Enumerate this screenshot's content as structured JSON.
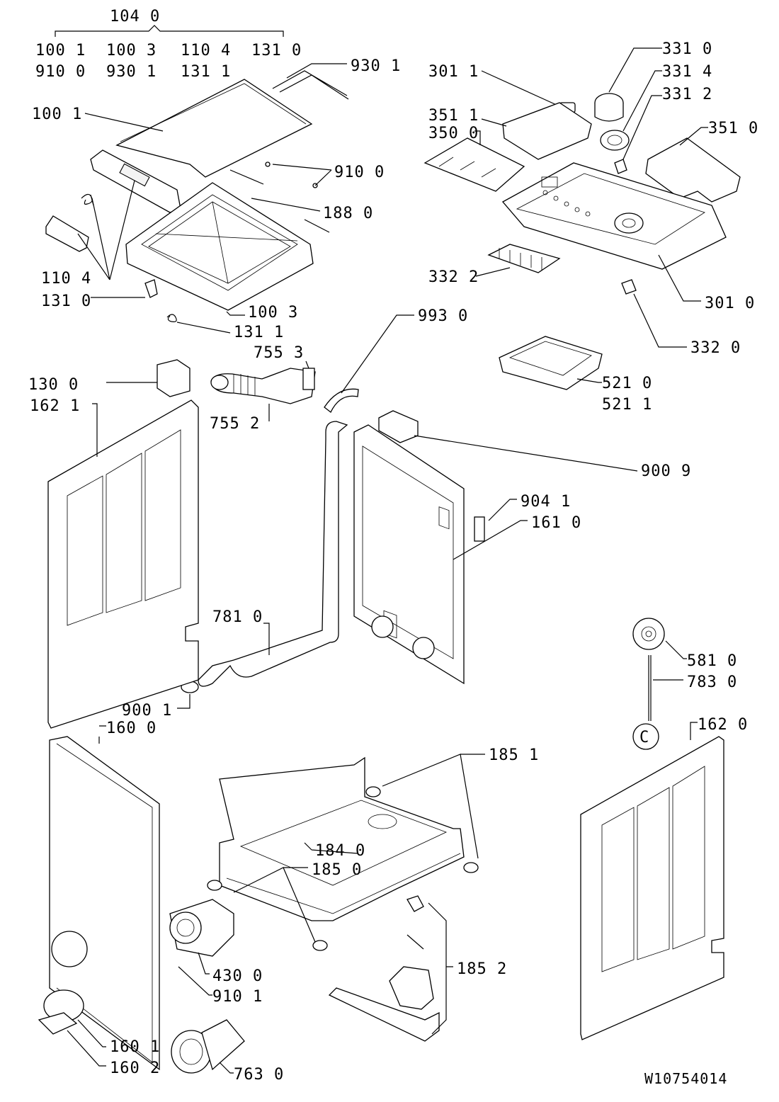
{
  "group_header": {
    "main_code": "104 0",
    "codes_row1": [
      "100 1",
      "100 3",
      "110 4",
      "131 0"
    ],
    "codes_row2": [
      "910 0",
      "930 1",
      "131 1"
    ]
  },
  "callouts": {
    "c930_1": "930 1",
    "c100_1": "100 1",
    "c910_0": "910 0",
    "c188_0": "188 0",
    "c110_4": "110 4",
    "c131_0": "131 0",
    "c100_3": "100 3",
    "c131_1": "131 1",
    "c755_3": "755 3",
    "c130_0": "130 0",
    "c162_1": "162 1",
    "c755_2": "755 2",
    "c301_1": "301 1",
    "c331_0": "331 0",
    "c331_4": "331 4",
    "c331_2": "331 2",
    "c351_1": "351 1",
    "c350_0": "350 0",
    "c351_0": "351 0",
    "c332_2": "332 2",
    "c301_0": "301 0",
    "c993_0": "993 0",
    "c332_0": "332 0",
    "c521_0": "521 0",
    "c521_1": "521 1",
    "c900_9": "900 9",
    "c904_1": "904 1",
    "c161_0": "161 0",
    "c781_0": "781 0",
    "c581_0": "581 0",
    "c783_0": "783 0",
    "c900_1": "900 1",
    "c162_0": "162 0",
    "c160_0": "160 0",
    "c185_1": "185 1",
    "c184_0": "184 0",
    "c185_0": "185 0",
    "c185_2": "185 2",
    "c430_0": "430 0",
    "c910_1": "910 1",
    "c160_1": "160 1",
    "c160_2": "160 2",
    "c763_0": "763 0"
  },
  "marker_c": "C",
  "document_id": "W10754014"
}
